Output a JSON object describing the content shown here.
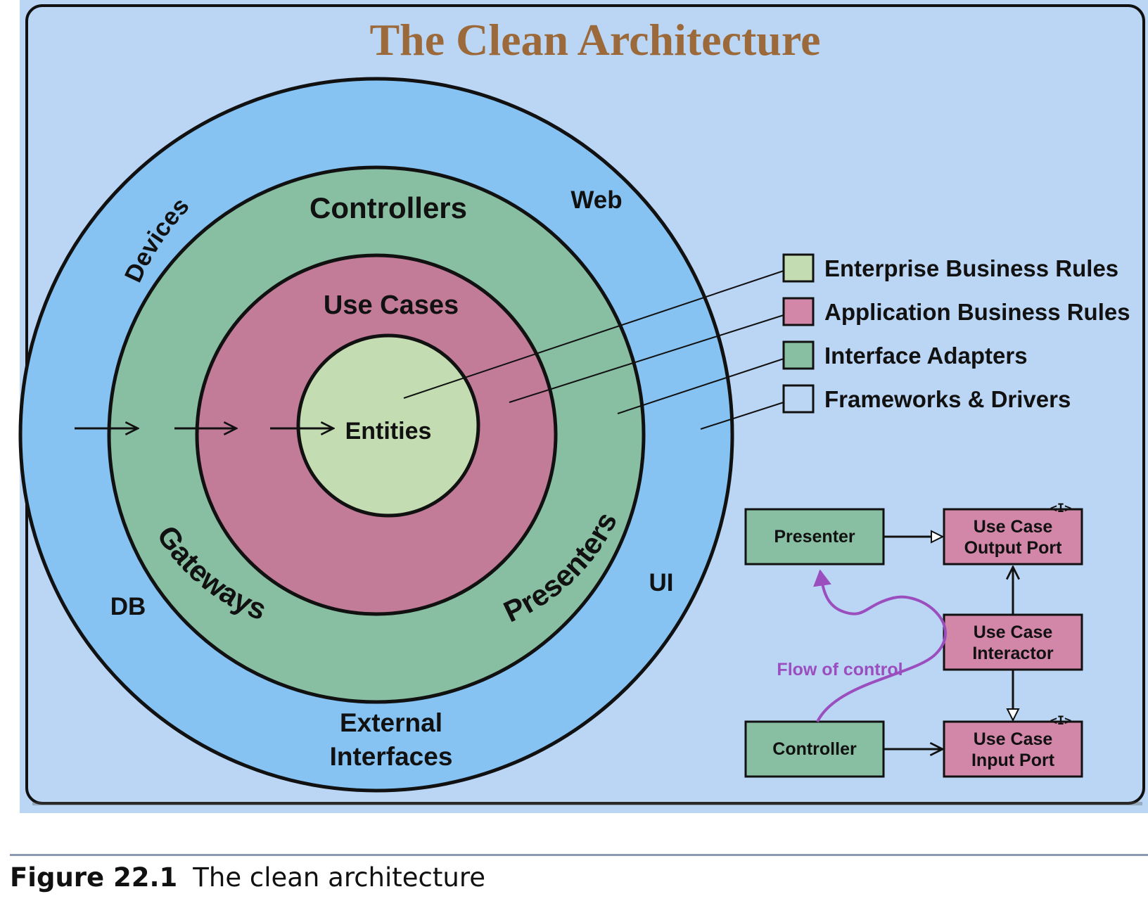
{
  "title": "The Clean Architecture",
  "rings": {
    "outer_labels": [
      "Devices",
      "Web",
      "DB",
      "UI",
      "External",
      "Interfaces"
    ],
    "adapter_labels": [
      "Controllers",
      "Gateways",
      "Presenters"
    ],
    "usecase_label": "Use Cases",
    "entity_label": "Entities"
  },
  "legend": [
    {
      "label": "Enterprise Business Rules",
      "color": "#c3dcb2"
    },
    {
      "label": "Application Business Rules",
      "color": "#d286a8"
    },
    {
      "label": "Interface Adapters",
      "color": "#88bea2"
    },
    {
      "label": "Frameworks & Drivers",
      "color": "#86c3f3"
    }
  ],
  "flow_diagram": {
    "presenter": "Presenter",
    "output_port": [
      "Use Case",
      "Output Port"
    ],
    "interactor": [
      "Use Case",
      "Interactor"
    ],
    "input_port": [
      "Use Case",
      "Input Port"
    ],
    "controller": "Controller",
    "interface_marker": "<I>",
    "flow_label": "Flow of control"
  },
  "colors": {
    "background": "#bbd6f4",
    "outer_ring": "#86c3f3",
    "adapters_ring": "#88bea2",
    "usecases_ring": "#c27c98",
    "entities": "#c3dcb2",
    "title": "#9c6a3a",
    "flow": "#9b4fbf"
  },
  "caption": {
    "number": "Figure 22.1",
    "text": "The clean architecture"
  }
}
